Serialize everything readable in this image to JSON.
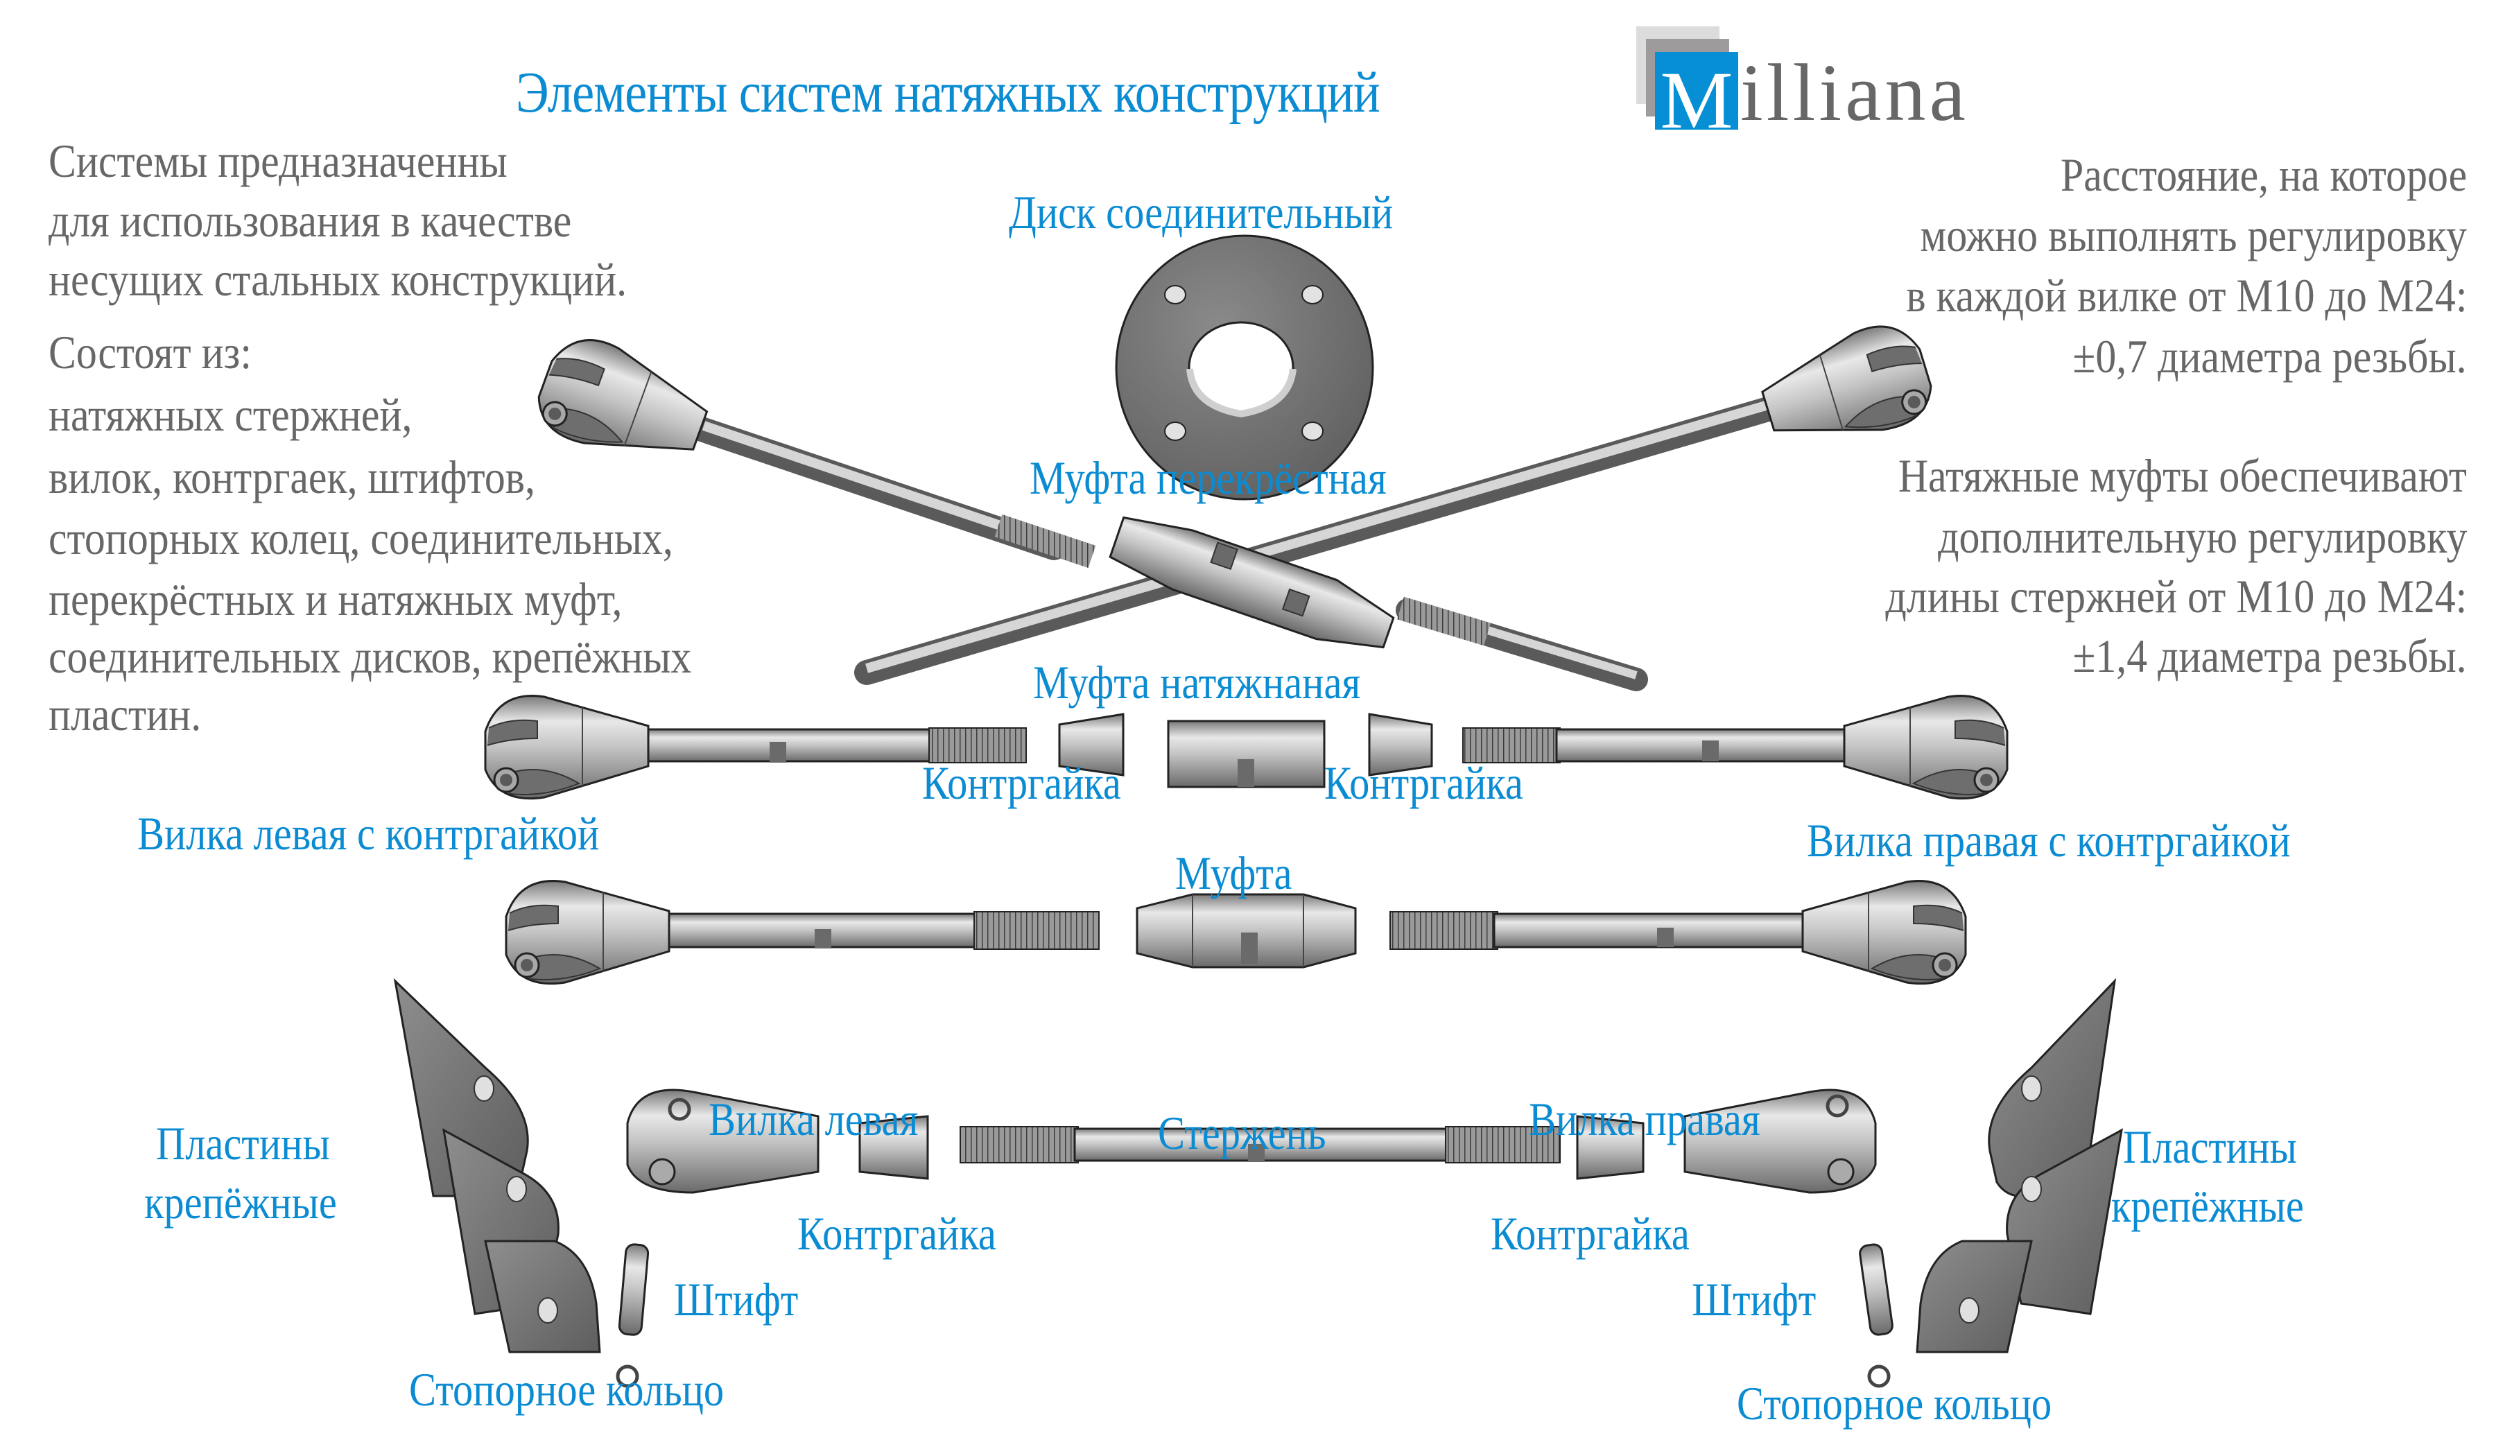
{
  "header": {
    "title": "Элементы систем натяжных конструкций",
    "logo": {
      "initial": "M",
      "rest": "illiana",
      "brand_color": "#078fd6",
      "text_color": "#676767"
    }
  },
  "colors": {
    "label_blue": "#0a8bd2",
    "body_grey": "#676767",
    "metal_dark": "#6b6b6b",
    "metal_light": "#d6d6d6"
  },
  "description_left": [
    "Системы предназначенны",
    "для использования в качестве",
    "несущих стальных конструкций.",
    "Состоят из:",
    "натяжных стержней,",
    "вилок, контргаек, штифтов,",
    "стопорных колец, соединительных,",
    "перекрёстных и натяжных муфт,",
    "соединительных дисков, крепёжных",
    "пластин."
  ],
  "description_right_1": [
    "Расстояние, на которое",
    "можно выполнять регулировку",
    "в каждой вилке от М10 до М24:",
    "±0,7 диаметра резьбы."
  ],
  "description_right_2": [
    "Натяжные муфты обеспечивают",
    "дополнительную регулировку",
    "длины стержней от М10 до М24:",
    "±1,4 диаметра резьбы."
  ],
  "labels": {
    "disk": "Диск соединительный",
    "cross_coupling": "Муфта перекрёстная",
    "tension_coupling": "Муфта натяжнаная",
    "locknut_left_row2": "Контргайка",
    "locknut_right_row2": "Контргайка",
    "fork_left_with_nut": "Вилка левая с контргайкой",
    "fork_right_with_nut": "Вилка правая с контргайкой",
    "coupling": "Муфта",
    "plates_left": [
      "Пластины",
      "крепёжные"
    ],
    "plates_right": [
      "Пластины",
      "крепёжные"
    ],
    "fork_left": "Вилка левая",
    "fork_right": "Вилка правая",
    "rod": "Стержень",
    "locknut_left_row4": "Контргайка",
    "locknut_right_row4": "Контргайка",
    "pin_left": "Штифт",
    "pin_right": "Штифт",
    "ring_left": "Стопорное кольцо",
    "ring_right": "Стопорное кольцо"
  },
  "parts": [
    {
      "name": "connecting-disk",
      "holes": 4
    },
    {
      "name": "cross-coupling"
    },
    {
      "name": "tension-coupling"
    },
    {
      "name": "coupling"
    },
    {
      "name": "rod"
    },
    {
      "name": "fork-left"
    },
    {
      "name": "fork-right"
    },
    {
      "name": "locknut"
    },
    {
      "name": "pin"
    },
    {
      "name": "retaining-ring"
    },
    {
      "name": "mounting-plate"
    }
  ]
}
